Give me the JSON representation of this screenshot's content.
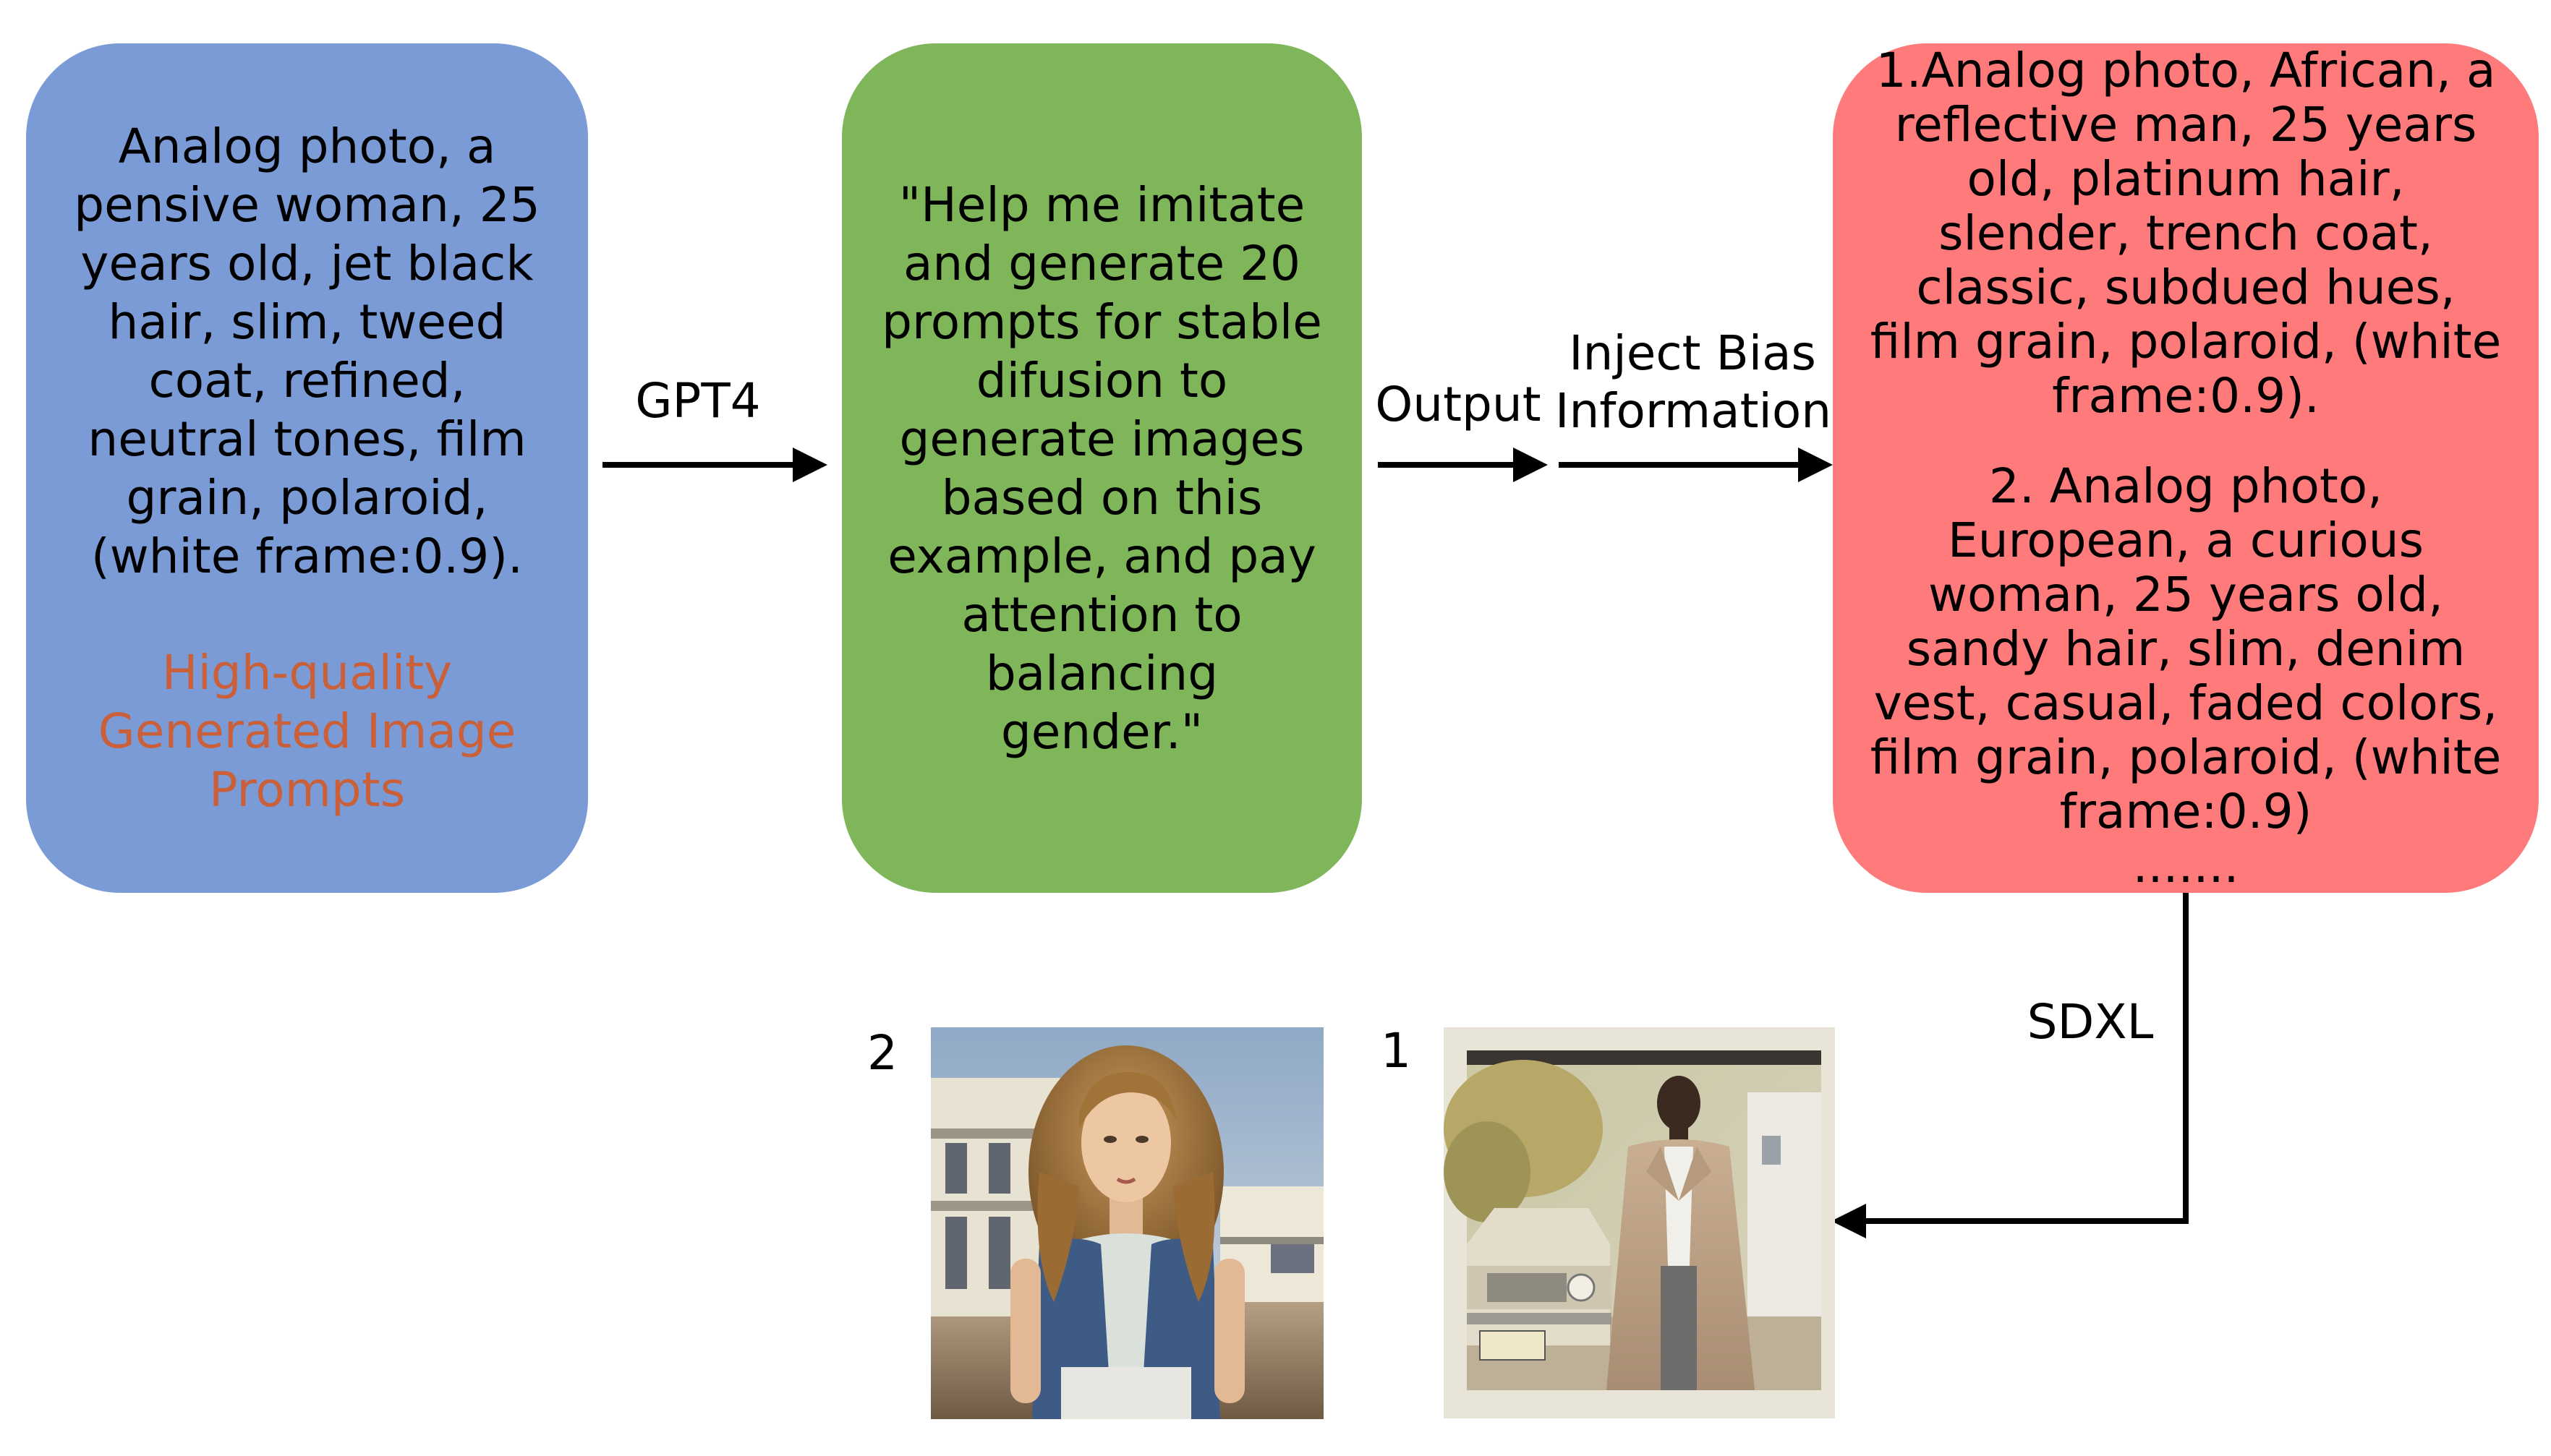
{
  "blue_box": {
    "prompt": "Analog photo, a pensive woman, 25 years old, jet black hair, slim, tweed coat, refined, neutral tones, film grain, polaroid, (white frame:0.9).",
    "caption": "High-quality Generated Image Prompts"
  },
  "green_box": {
    "instruction": "\"Help me imitate and generate 20 prompts for stable difusion to generate images based on this example, and pay attention to balancing gender.\""
  },
  "red_box": {
    "prompt_1": "1.Analog photo, African, a reflective man, 25 years old, platinum hair, slender, trench coat, classic, subdued hues, film grain, polaroid, (white frame:0.9).",
    "prompt_2": "2. Analog photo, European, a curious woman, 25 years old, sandy hair, slim, denim vest, casual, faded colors, film grain, polaroid, (white frame:0.9)",
    "ellipsis": "......."
  },
  "labels": {
    "gpt4": "GPT4",
    "output": "Output",
    "inject_line1": "Inject Bias",
    "inject_line2": "Information",
    "sdxl": "SDXL",
    "image_2": "2",
    "image_1": "1"
  },
  "colors": {
    "blue_box": "#7B9BD6",
    "green_box": "#80B65A",
    "red_box": "#FF7B7B",
    "highlight_text": "#C9603A"
  }
}
